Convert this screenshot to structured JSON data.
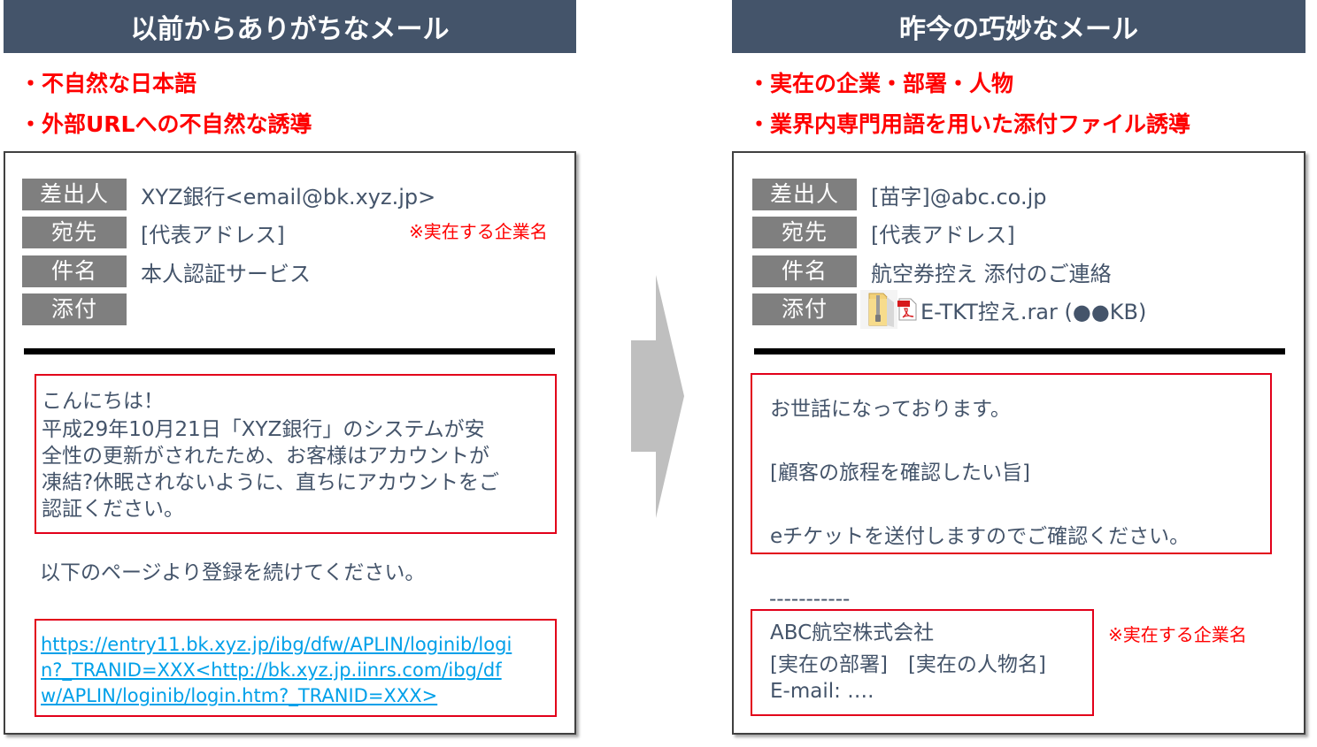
{
  "left": {
    "title": "以前からありがちなメール",
    "bullets": [
      "・不自然な日本語",
      "・外部URLへの不自然な誘導"
    ],
    "email": {
      "fields": [
        {
          "label": "差出人",
          "value": "XYZ銀行<email@bk.xyz.jp>"
        },
        {
          "label": "宛先",
          "value": "[代表アドレス]"
        },
        {
          "label": "件名",
          "value": "本人認証サービス"
        },
        {
          "label": "添付",
          "value": ""
        }
      ],
      "note": "※実在する企業名",
      "body_box_lines": [
        "こんにちは！",
        "平成29年10月21日「XYZ銀行」のシステムが安",
        "全性の更新がされたため、お客様はアカウントが",
        "凍結?休眠されないように、直ちにアカウントをご",
        "認証ください。"
      ],
      "instruction": "以下のページより登録を続けてください。",
      "link_lines": [
        "https://entry11.bk.xyz.jp/ibg/dfw/APLIN/loginib/logi",
        "n?_TRANID=XXX<http://bk.xyz.jp.iinrs.com/ibg/df",
        "w/APLIN/loginib/login.htm?_TRANID=XXX>"
      ]
    }
  },
  "right": {
    "title": "昨今の巧妙なメール",
    "bullets": [
      "・実在の企業・部署・人物",
      "・業界内専門用語を用いた添付ファイル誘導"
    ],
    "email": {
      "fields": [
        {
          "label": "差出人",
          "value": "[苗字]@abc.co.jp"
        },
        {
          "label": "宛先",
          "value": "[代表アドレス]"
        },
        {
          "label": "件名",
          "value": "航空券控え 添付のご連絡"
        },
        {
          "label": "添付",
          "value": "E-TKT控え.rar (●●KB)"
        }
      ],
      "attachment_icons": [
        "zip-folder-icon",
        "pdf-icon"
      ],
      "body_box_lines": [
        "お世話になっております。",
        "[顧客の旅程を確認したい旨]",
        "eチケットを送付しますのでご確認ください。"
      ],
      "separator": "-----------",
      "signature_lines": [
        "ABC航空株式会社",
        "[実在の部署]　[実在の人物名]",
        "E-mail: …."
      ],
      "note": "※実在する企業名"
    }
  },
  "colors": {
    "header_bg": "#44546a",
    "bullet_red": "#ff0000",
    "box_red": "#e2001a",
    "label_gray": "#7f7f7f",
    "link_blue": "#00a0e9",
    "arrow_gray": "#bfbfbf"
  }
}
